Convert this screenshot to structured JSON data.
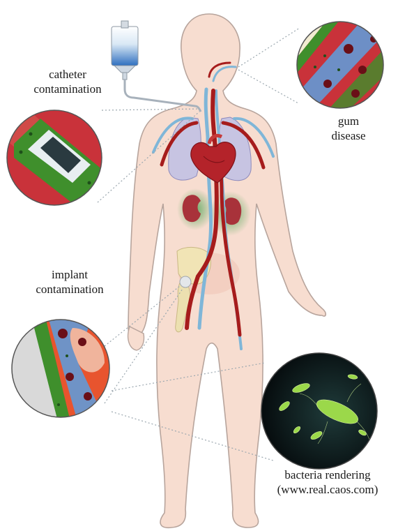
{
  "labels": {
    "catheter": {
      "line1": "catheter",
      "line2": "contamination"
    },
    "gum": {
      "line1": "gum",
      "line2": "disease"
    },
    "implant": {
      "line1": "implant",
      "line2": "contamination"
    },
    "bacteria": {
      "line1": "bacteria rendering",
      "line2": "(www.real.caos.com)"
    }
  },
  "colors": {
    "skin": "#f7ddd0",
    "skin_outline": "#b7a49c",
    "artery": "#a61c1c",
    "vein": "#7fb6d8",
    "lung": "#c7c4e2",
    "kidney": "#a8323a",
    "biofilm": "#3f8f2c",
    "iv_fluid": "#2f6fbf",
    "bacteria_bg": "#0b1318",
    "bacteria_green": "#9bd84a"
  }
}
